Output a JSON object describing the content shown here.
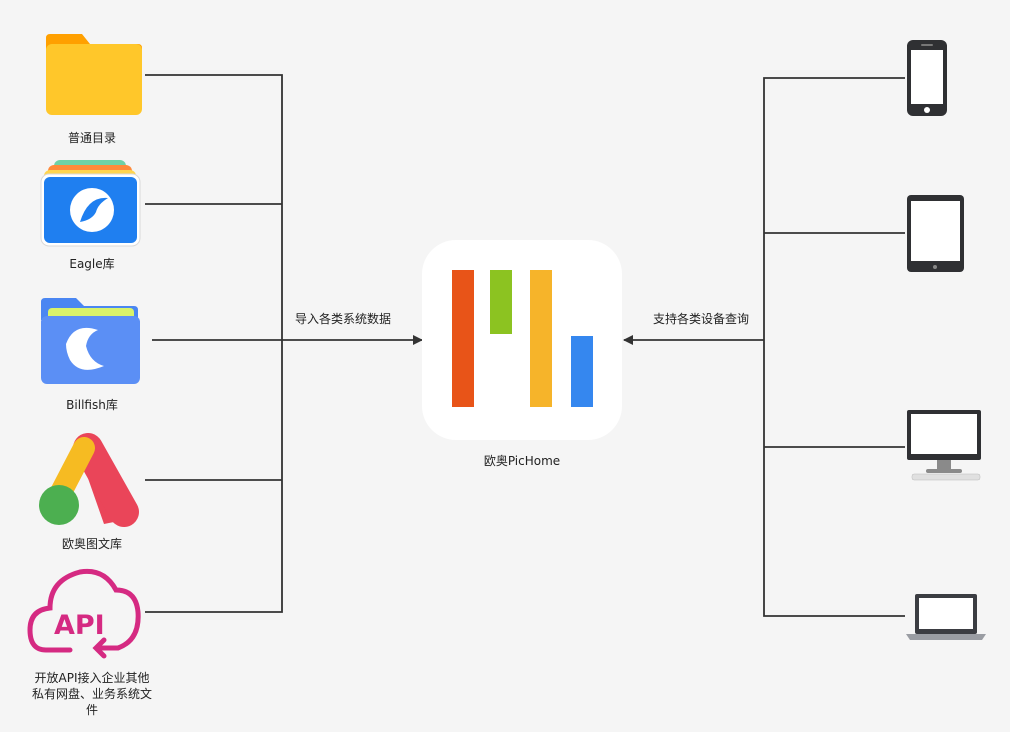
{
  "sources": [
    {
      "label": "普通目录",
      "icon": "folder-icon"
    },
    {
      "label": "Eagle库",
      "icon": "eagle-app-icon"
    },
    {
      "label": "Billfish库",
      "icon": "billfish-app-icon"
    },
    {
      "label": "欧奥图文库",
      "icon": "ouao-library-icon"
    },
    {
      "label": "开放API接入企业其他私有网盘、业务系统文件",
      "icon": "api-cloud-icon"
    }
  ],
  "center": {
    "label": "欧奥PicHome",
    "icon": "pichome-logo-icon"
  },
  "import_label": "导入各类系统数据",
  "devices_label": "支持各类设备查询",
  "devices": [
    {
      "icon": "phone-icon"
    },
    {
      "icon": "tablet-icon"
    },
    {
      "icon": "desktop-monitor-icon"
    },
    {
      "icon": "laptop-icon"
    }
  ],
  "colors": {
    "folder": "#ffc72a",
    "folder_tab": "#ffa000",
    "eagle_blue": "#1f7ff0",
    "billfish_blue": "#4a86f2",
    "ouao_red": "#ea4559",
    "ouao_yellow": "#f6bb22",
    "ouao_green": "#4caf50",
    "api_magenta": "#d52a82",
    "logo_bar_orange": "#e85418",
    "logo_bar_green": "#8cc321",
    "logo_bar_yellow": "#f6b42a",
    "logo_bar_blue": "#3587ef",
    "connector": "#333333"
  }
}
